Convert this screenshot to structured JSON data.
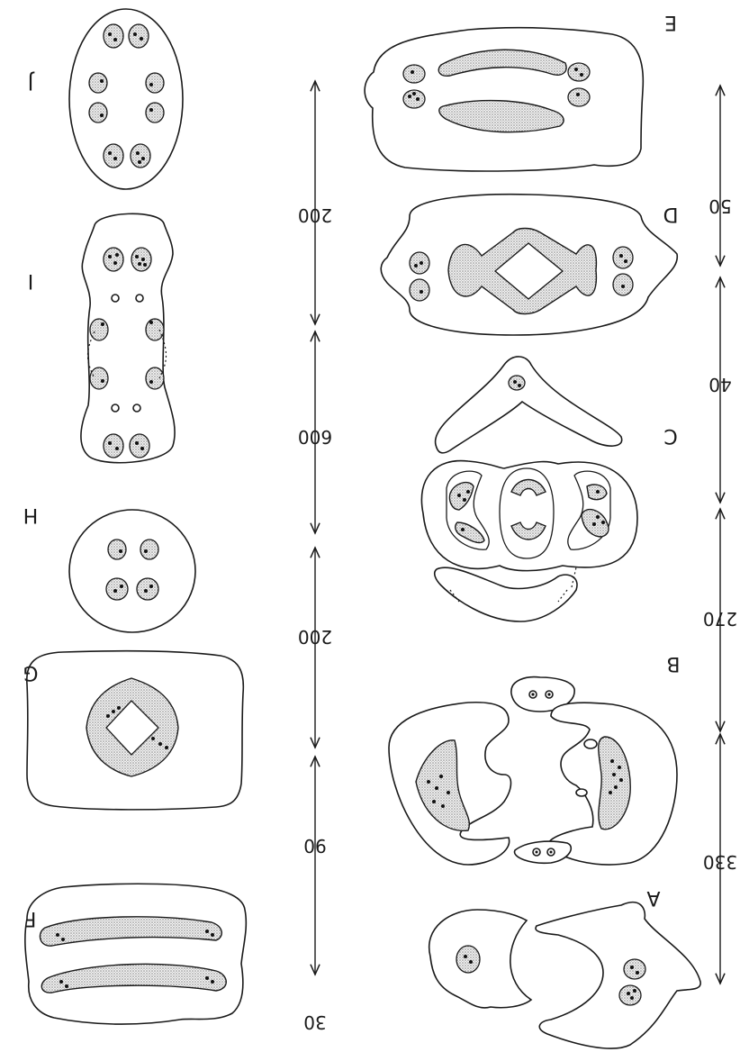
{
  "panels": {
    "A": "A",
    "B": "B",
    "C": "C",
    "D": "D",
    "E": "E",
    "F": "F",
    "G": "G",
    "H": "H",
    "I": "I",
    "J": "J"
  },
  "intervals": {
    "right": [
      "330",
      "270",
      "40",
      "50"
    ],
    "left": [
      "30",
      "90",
      "200",
      "600",
      "200"
    ]
  }
}
